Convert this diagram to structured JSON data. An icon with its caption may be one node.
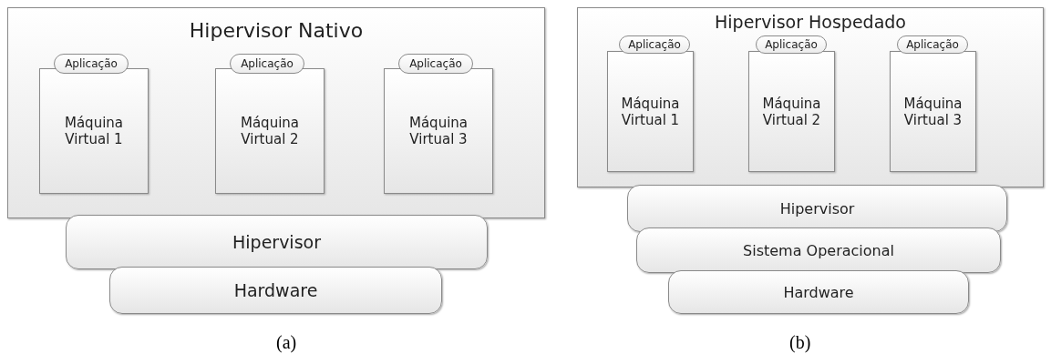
{
  "diagram": {
    "nodes": [
      {
        "text": [
          "Hipervisor Nativo"
        ]
      },
      {
        "text": [
          "Aplicação"
        ],
        "in": 0
      },
      {
        "text": [
          "Máquina Virtual 1"
        ],
        "in": 0
      },
      {
        "text": [
          "Aplicação"
        ],
        "in": 0
      },
      {
        "text": [
          "Máquina Virtual 2"
        ],
        "in": 0
      },
      {
        "text": [
          "Aplicação"
        ],
        "in": 0
      },
      {
        "text": [
          "Máquina Virtual 3"
        ],
        "in": 0
      },
      {
        "text": [
          "Hipervisor"
        ]
      },
      {
        "text": [
          "Hardware"
        ]
      },
      {
        "text": [
          "Hipervisor Hospedado"
        ]
      },
      {
        "text": [
          "Aplicação"
        ],
        "in": 9
      },
      {
        "text": [
          "Máquina Virtual 1"
        ],
        "in": 9
      },
      {
        "text": [
          "Aplicação"
        ],
        "in": 9
      },
      {
        "text": [
          "Máquina Virtual 2"
        ],
        "in": 9
      },
      {
        "text": [
          "Aplicação"
        ],
        "in": 9
      },
      {
        "text": [
          "Máquina Virtual 3"
        ],
        "in": 9
      },
      {
        "text": [
          "Hipervisor"
        ]
      },
      {
        "text": [
          "Sistema Operacional"
        ]
      },
      {
        "text": [
          "Hardware"
        ]
      }
    ],
    "labels": [
      "(a)",
      "(b)"
    ]
  }
}
